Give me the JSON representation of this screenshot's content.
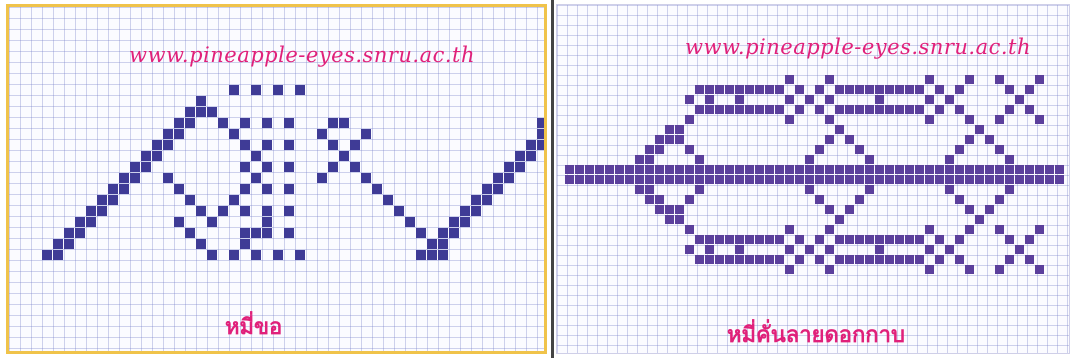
{
  "panels": [
    {
      "url": "www.pineapple-eyes.snru.ac.th",
      "name": "หมี่ขอ"
    },
    {
      "url": "www.pineapple-eyes.snru.ac.th",
      "name": "หมี่คั่นลายดอกกาบ"
    }
  ],
  "colors": {
    "pattern": "#3f3b96",
    "pattern_right": "#5b3f9c",
    "caption": "#e0207a",
    "frame_left": "#f0c34a"
  }
}
